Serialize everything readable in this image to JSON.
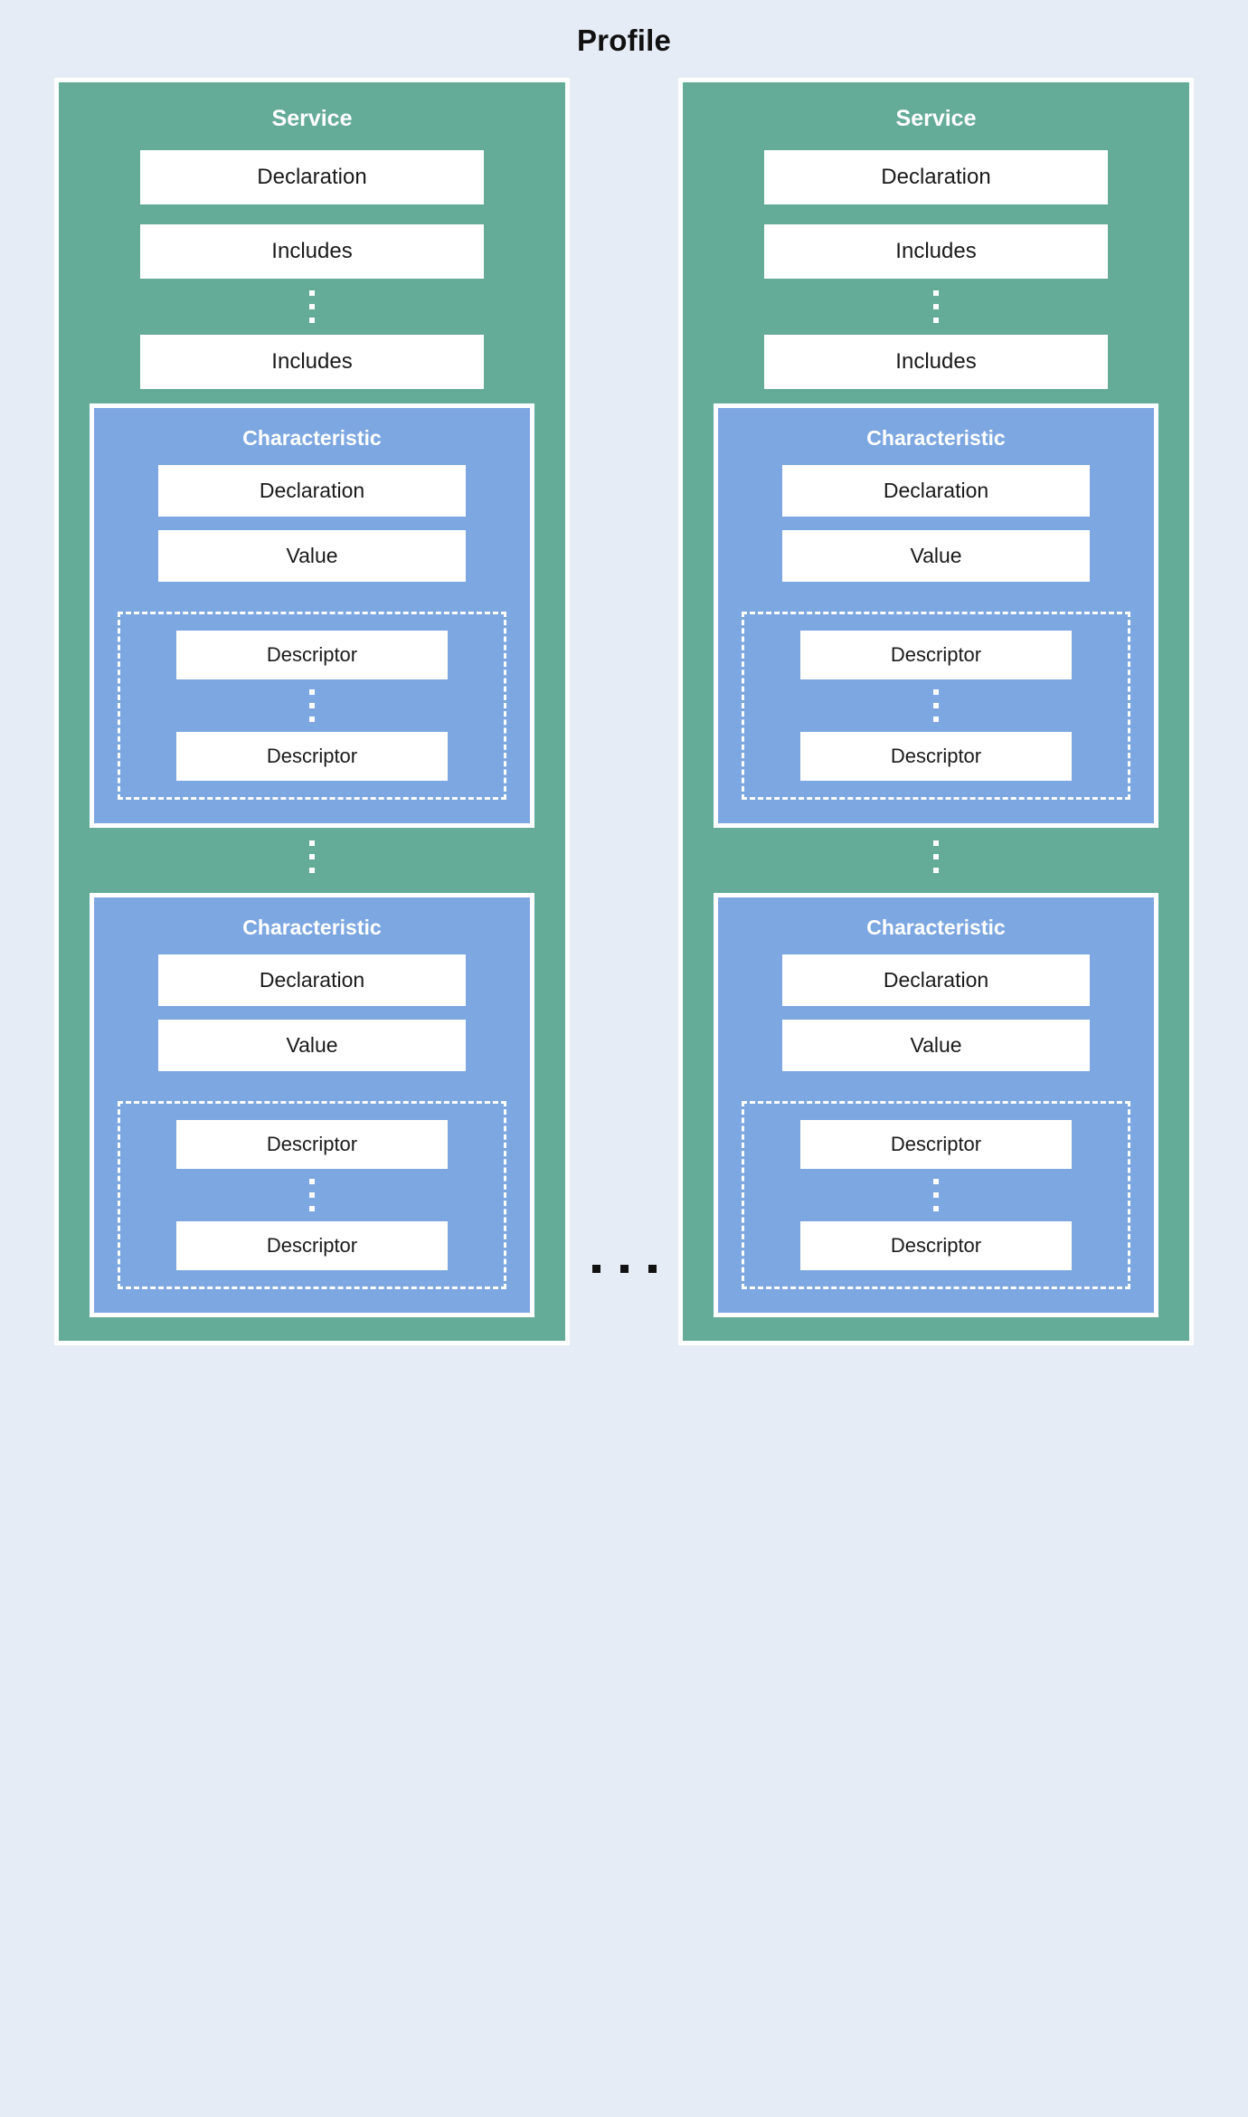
{
  "title": "Profile",
  "separator": {
    "horizontal_ellipsis": "...",
    "vertical_ellipsis": "⋮"
  },
  "colors": {
    "background": "#e6ecf5",
    "service_fill": "#64ab98",
    "characteristic_fill": "#7da7e0",
    "box_fill": "#ffffff",
    "border": "#ffffff",
    "text_dark": "#1a1a1a",
    "text_light": "#ffffff"
  },
  "services": [
    {
      "title": "Service",
      "declaration_label": "Declaration",
      "includes_first_label": "Includes",
      "includes_last_label": "Includes",
      "characteristics": [
        {
          "title": "Characteristic",
          "declaration_label": "Declaration",
          "value_label": "Value",
          "descriptor_first_label": "Descriptor",
          "descriptor_last_label": "Descriptor"
        },
        {
          "title": "Characteristic",
          "declaration_label": "Declaration",
          "value_label": "Value",
          "descriptor_first_label": "Descriptor",
          "descriptor_last_label": "Descriptor"
        }
      ]
    },
    {
      "title": "Service",
      "declaration_label": "Declaration",
      "includes_first_label": "Includes",
      "includes_last_label": "Includes",
      "characteristics": [
        {
          "title": "Characteristic",
          "declaration_label": "Declaration",
          "value_label": "Value",
          "descriptor_first_label": "Descriptor",
          "descriptor_last_label": "Descriptor"
        },
        {
          "title": "Characteristic",
          "declaration_label": "Declaration",
          "value_label": "Value",
          "descriptor_first_label": "Descriptor",
          "descriptor_last_label": "Descriptor"
        }
      ]
    }
  ]
}
